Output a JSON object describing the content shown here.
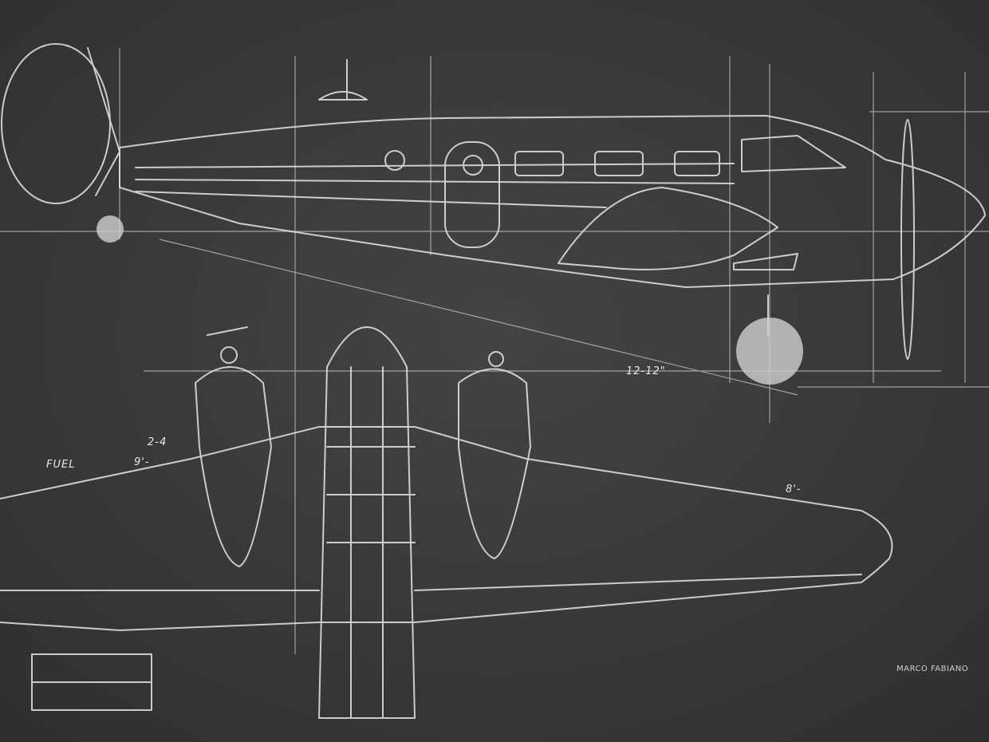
{
  "artwork": {
    "annotations": {
      "fuel": "FUEL",
      "dim_2_4": "2-4",
      "dim_9": "9'-",
      "dim_12_12": "12-12\"",
      "dim_8": "8'-"
    },
    "signature": "MARCO FABIANO",
    "colors": {
      "background": "#3a3a3c",
      "chalk": "#e6e6e4"
    }
  }
}
